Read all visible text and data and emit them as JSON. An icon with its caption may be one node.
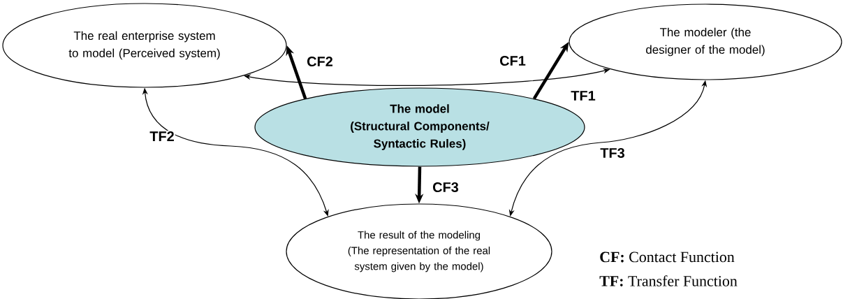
{
  "diagram": {
    "nodes": [
      {
        "text": [
          "The real enterprise system to model (Perceived system)"
        ]
      },
      {
        "text": [
          "The modeler (the designer of the model)"
        ]
      },
      {
        "text": [
          "The model",
          "(Structural Components/ Syntactic Rules)"
        ]
      },
      {
        "text": [
          "The result of the modeling (The representation of the real system given by the model)"
        ]
      }
    ],
    "edges": [
      {
        "from": 0,
        "to": 1,
        "arrow": "both",
        "label": "TF1"
      },
      {
        "from": 2,
        "to": 1,
        "arrow": "to",
        "label": "CF1",
        "style": "thick"
      },
      {
        "from": 2,
        "to": 0,
        "arrow": "to",
        "label": "CF2",
        "style": "thick"
      },
      {
        "from": 0,
        "to": 3,
        "arrow": "both",
        "label": "TF2"
      },
      {
        "from": 1,
        "to": 3,
        "arrow": "both",
        "label": "TF3"
      },
      {
        "from": 2,
        "to": 3,
        "arrow": "to",
        "label": "CF3",
        "style": "thick"
      }
    ],
    "labels": [
      "**CF:** Contact Function",
      "**TF:** Transfer Function"
    ]
  }
}
